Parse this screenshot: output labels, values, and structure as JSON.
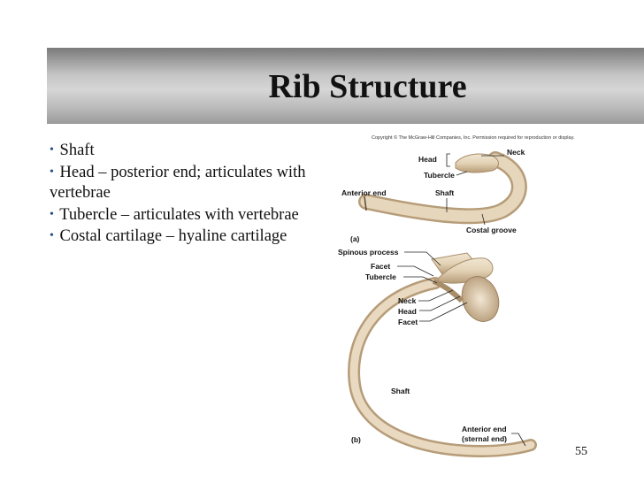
{
  "slide": {
    "title": "Rib Structure",
    "page_number": "55"
  },
  "bullets": [
    "Shaft",
    "Head – posterior end; articulates with vertebrae",
    "Tubercle – articulates with vertebrae",
    "Costal cartilage – hyaline cartilage"
  ],
  "figure": {
    "copyright": "Copyright © The McGraw-Hill Companies, Inc. Permission required for reproduction or display.",
    "panel_a": {
      "label": "(a)",
      "head": "Head",
      "tubercle": "Tubercle",
      "neck": "Neck",
      "anterior_end": "Anterior end",
      "shaft": "Shaft",
      "costal_groove": "Costal groove"
    },
    "panel_b": {
      "label": "(b)",
      "spinous_process": "Spinous process",
      "facet_1": "Facet",
      "tubercle": "Tubercle",
      "neck": "Neck",
      "head": "Head",
      "facet_2": "Facet",
      "shaft": "Shaft",
      "anterior_end_line1": "Anterior end",
      "anterior_end_line2": "(sternal end)"
    }
  },
  "colors": {
    "bone": "#e3d2b5",
    "bone_shadow": "#b69c78",
    "bullet_accent": "#1f4e8c"
  }
}
